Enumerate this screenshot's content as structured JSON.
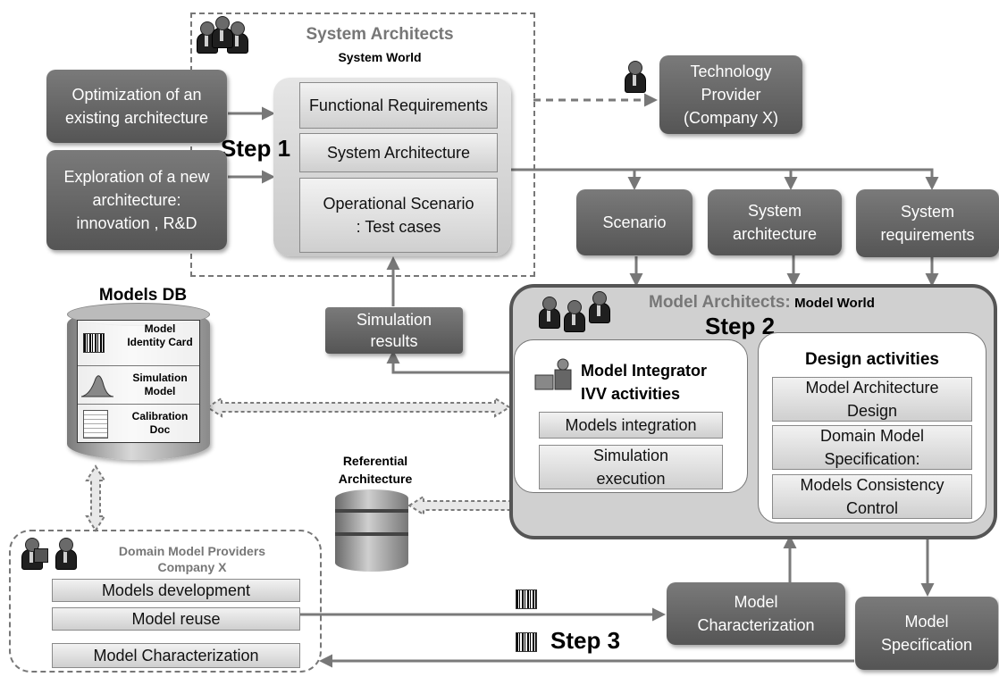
{
  "system_architects": {
    "title": "System Architects",
    "subtitle": "System World",
    "step": "Step 1",
    "items": [
      "Functional Requirements",
      "System Architecture",
      "Operational  Scenario : Test cases"
    ]
  },
  "inputs": {
    "optimization": "Optimization of an existing architecture",
    "exploration": "Exploration of a new architecture: innovation , R&D"
  },
  "technology_provider": "Technology Provider (Company X)",
  "outputs": {
    "scenario": "Scenario",
    "system_architecture": "System architecture",
    "system_requirements": "System requirements"
  },
  "models_db": {
    "title": "Models DB",
    "items": [
      "Model Identity Card",
      "Simulation Model",
      "Calibration Doc"
    ]
  },
  "simulation_results": "Simulation results",
  "model_architects": {
    "title": "Model Architects:",
    "subtitle": "Model World",
    "step": "Step 2",
    "integrator": {
      "title": "Model Integrator IVV activities",
      "items": [
        "Models integration",
        "Simulation execution"
      ]
    },
    "design": {
      "title": "Design activities",
      "items": [
        "Model Architecture Design",
        "Domain Model Specification:",
        "Models Consistency Control"
      ]
    }
  },
  "referential_architecture": "Referential Architecture",
  "domain_model_providers": {
    "title": "Domain Model Providers",
    "subtitle": "Company X",
    "items": [
      "Models development",
      "Model reuse",
      "Model Characterization"
    ]
  },
  "model_characterization": "Model Characterization",
  "model_specification": "Model Specification",
  "step3": "Step 3",
  "colors": {
    "dark_box": "#5f5f5f",
    "light_box": "#e0e0e0",
    "panel": "#d0d0d0",
    "dashed": "#777777"
  }
}
